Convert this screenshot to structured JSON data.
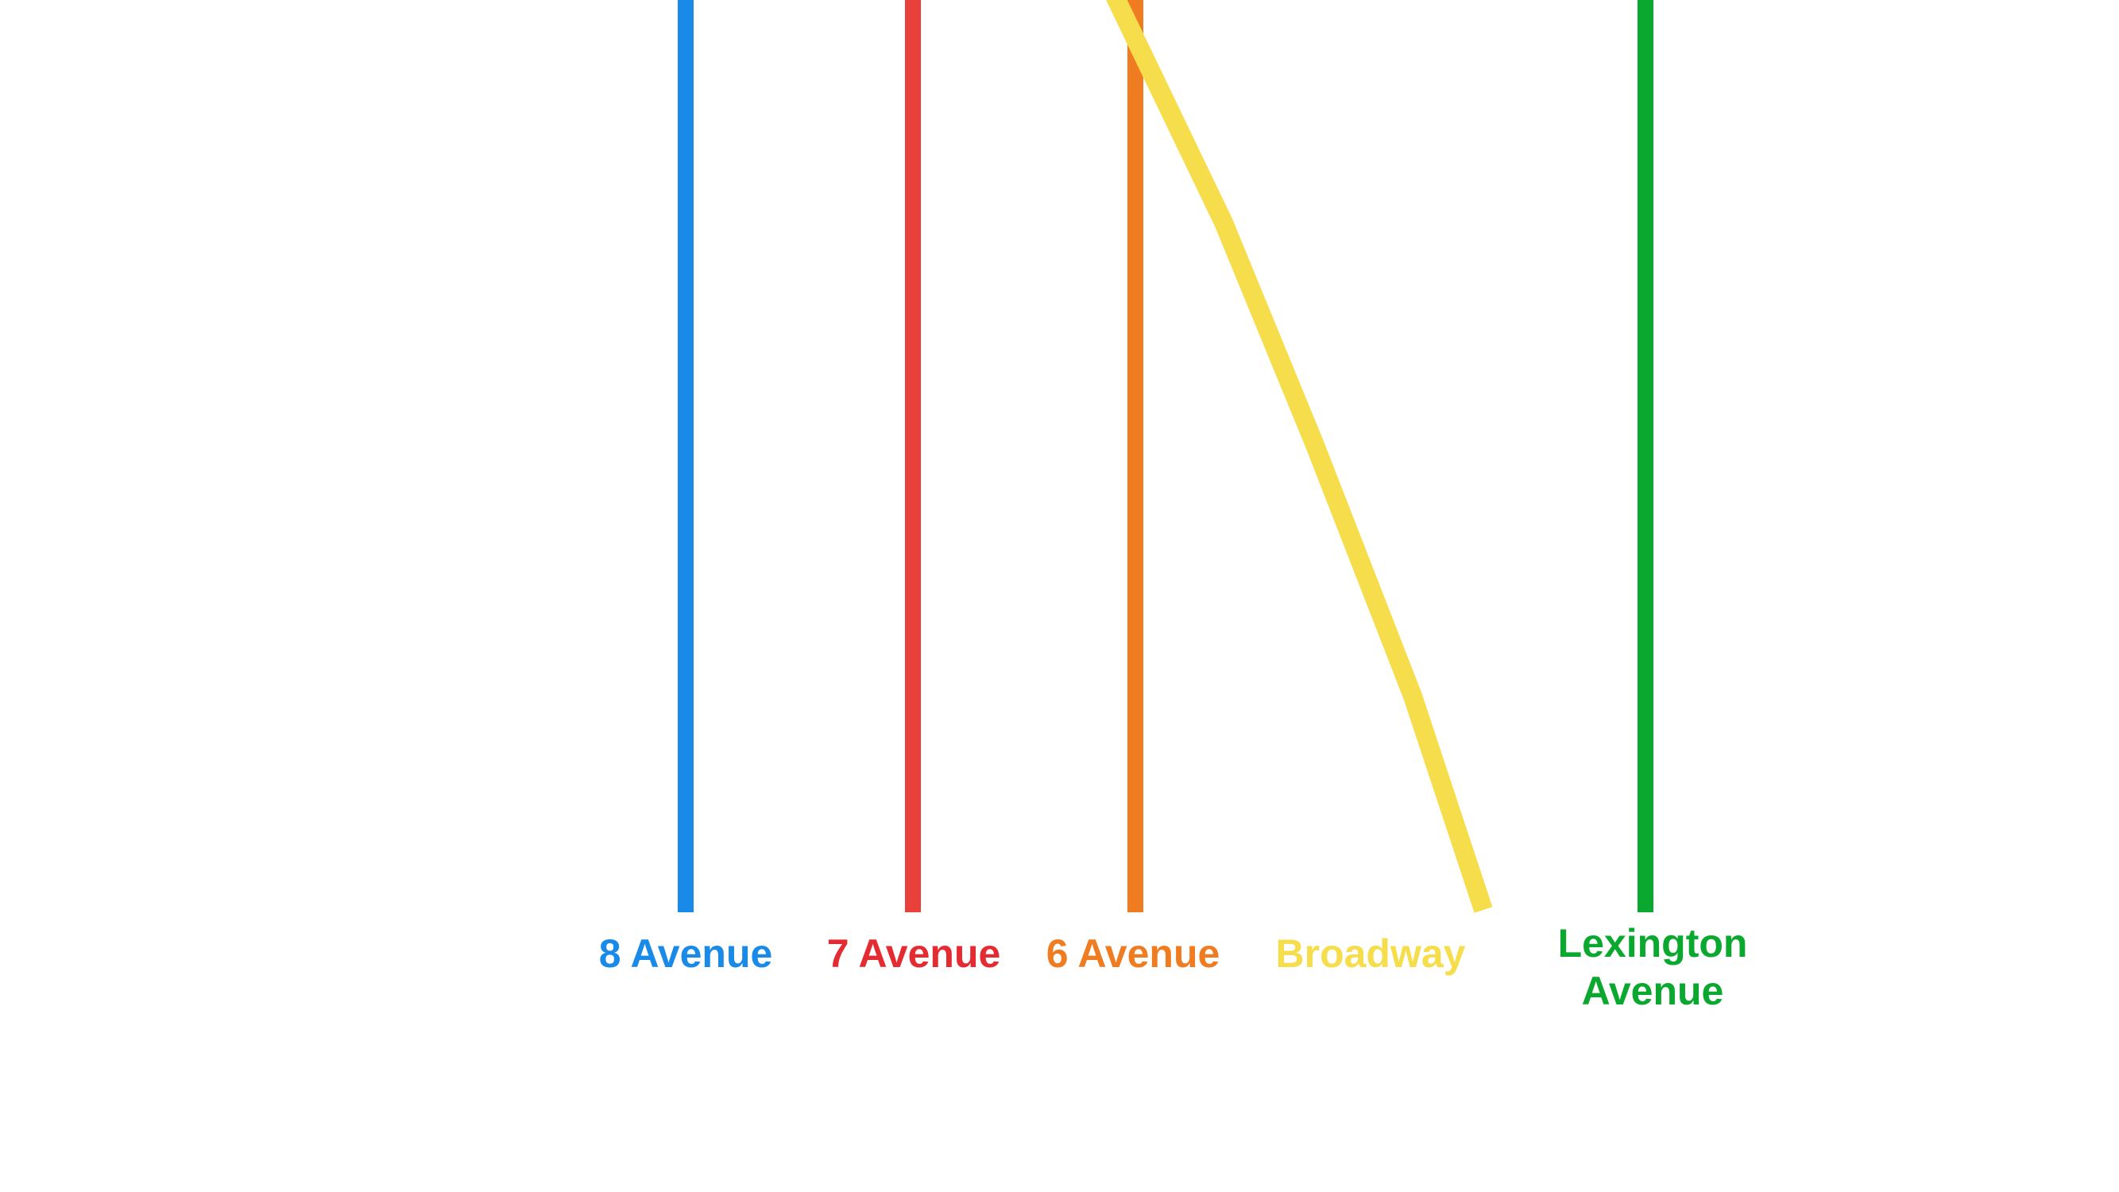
{
  "routes": [
    {
      "id": "8av",
      "name": "8 Avenue",
      "color": "#1a8ae8"
    },
    {
      "id": "7av",
      "name": "7 Avenue",
      "color": "#e8413b"
    },
    {
      "id": "6av",
      "name": "6 Avenue",
      "color": "#f07c22"
    },
    {
      "id": "bway",
      "name": "Broadway",
      "color": "#f6dd4c"
    },
    {
      "id": "lex",
      "name_line1": "Lexington",
      "name_line2": "Avenue",
      "color": "#0ba830"
    }
  ],
  "label_colors": {
    "8av": "#1a8ae8",
    "7av": "#e52b32",
    "6av": "#f07c22",
    "bway": "#f6dd4c",
    "lex": "#0ba830"
  }
}
